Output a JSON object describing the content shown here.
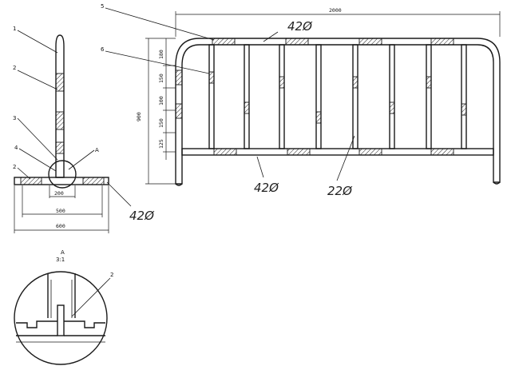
{
  "labels": {
    "p1": "1",
    "p2a": "2",
    "p2b": "2",
    "p3": "3",
    "p4": "4",
    "pA": "A",
    "p5": "5",
    "p6": "6",
    "detail_title": "A",
    "detail_scale": "3:1",
    "detail_part": "2"
  },
  "dims": {
    "overall_width": "2000",
    "height": "900",
    "seg_180": "180",
    "seg_150a": "150",
    "seg_100": "100",
    "seg_150b": "150",
    "seg_125": "125",
    "base_200": "200",
    "base_500": "500",
    "base_600": "600"
  },
  "handwritten": {
    "tube_top": "42Ø",
    "tube_bottom": "42Ø",
    "tube_vertical": "22Ø",
    "tube_base": "42Ø"
  }
}
